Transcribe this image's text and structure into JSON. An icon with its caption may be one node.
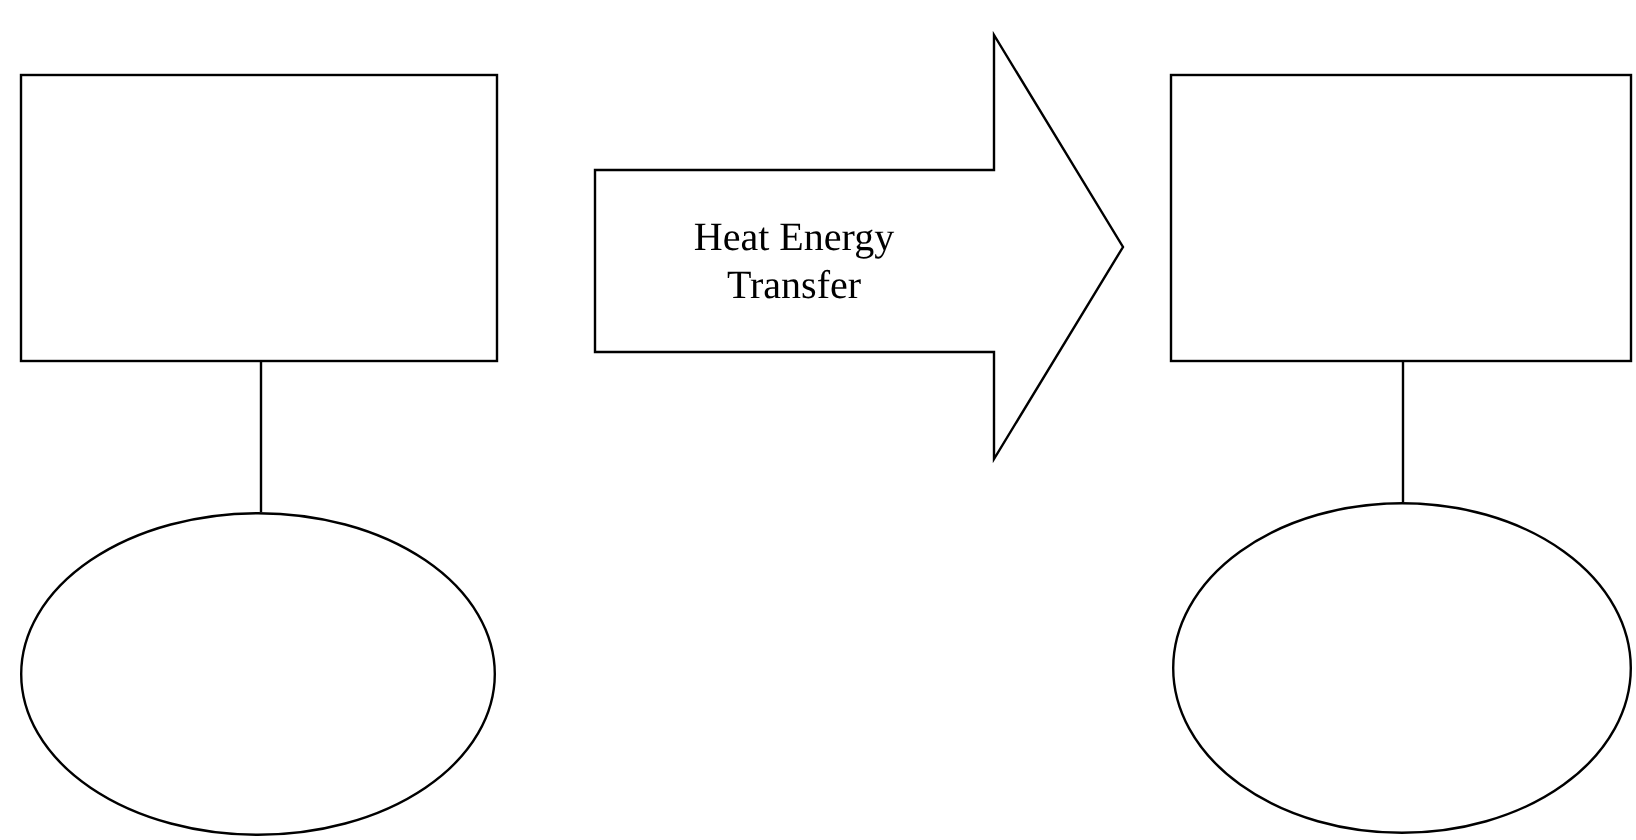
{
  "diagram": {
    "nodes": [
      {
        "text": [],
        "shape": "box"
      },
      {
        "text": [],
        "shape": "circle"
      },
      {
        "text": [
          "Heat Energy Transfer"
        ]
      },
      {
        "text": [],
        "shape": "box"
      },
      {
        "text": [],
        "shape": "circle"
      }
    ],
    "edges": [
      {
        "from": 0,
        "to": 1,
        "arrow": "none"
      },
      {
        "from": 3,
        "to": 4,
        "arrow": "none"
      }
    ]
  }
}
